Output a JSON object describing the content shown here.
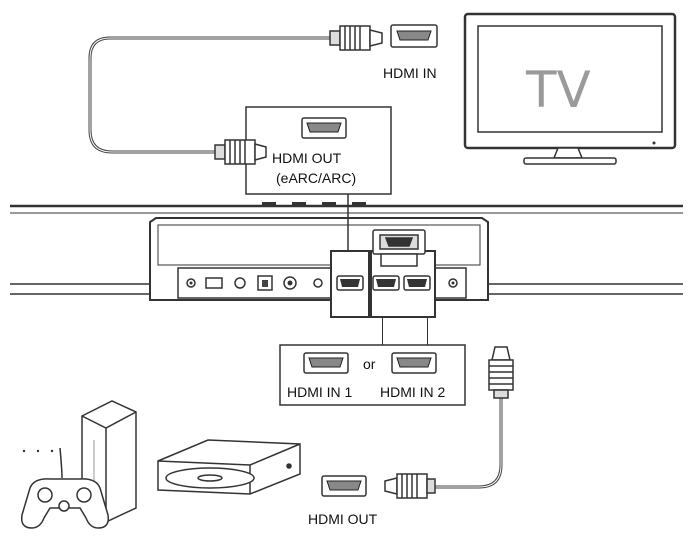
{
  "tv": {
    "label": "TV"
  },
  "labels": {
    "tv_hdmi_in": "HDMI IN",
    "hdmi_out_line1": "HDMI OUT",
    "hdmi_out_line2": "(eARC/ARC)",
    "or": "or",
    "hdmi_in_1": "HDMI IN 1",
    "hdmi_in_2": "HDMI IN 2",
    "device_hdmi_out": "HDMI OUT"
  },
  "icons": [
    "tv-icon",
    "hdmi-port-icon",
    "hdmi-cable-icon",
    "soundbar-icon",
    "game-console-icon",
    "gamepad-icon",
    "media-player-icon"
  ]
}
